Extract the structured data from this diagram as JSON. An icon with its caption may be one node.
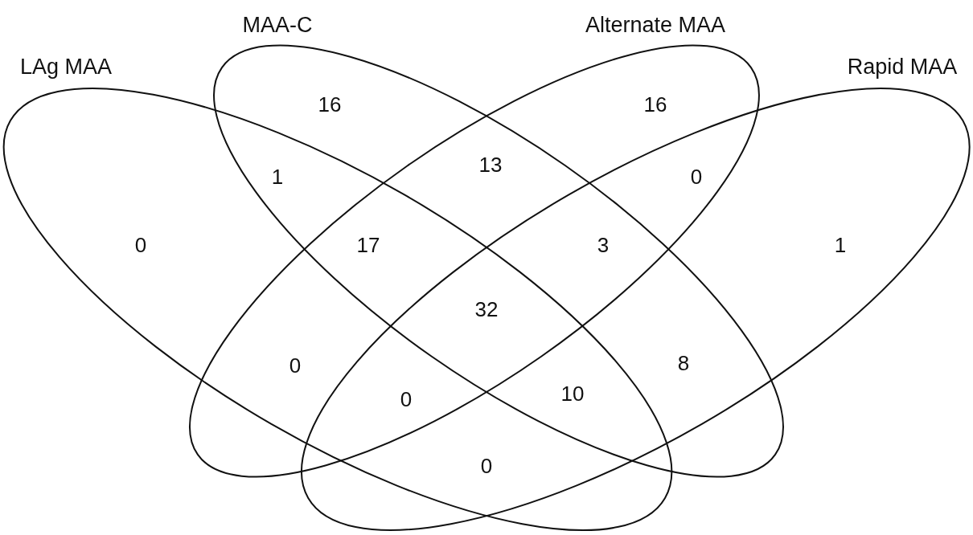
{
  "diagram": {
    "nodes": [
      {
        "text": [
          "MAA-C"
        ]
      },
      {
        "text": [
          "Alternate MAA"
        ]
      },
      {
        "text": [
          "LAg MAA"
        ]
      },
      {
        "text": [
          "Rapid MAA"
        ]
      }
    ],
    "labels": [
      "16",
      "16",
      "1",
      "13",
      "0",
      "0",
      "17",
      "3",
      "1",
      "32",
      "0",
      "8",
      "0",
      "10",
      "0"
    ]
  }
}
